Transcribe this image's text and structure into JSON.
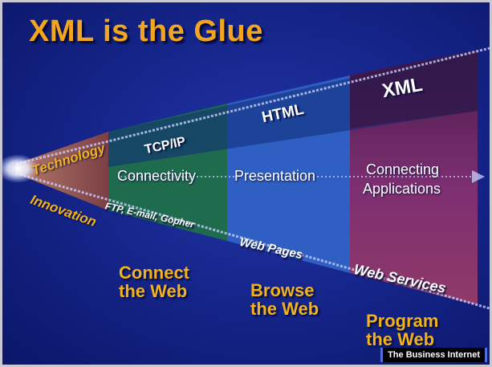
{
  "slide": {
    "title": "XML is the Glue",
    "bands": {
      "band1": "TCP/IP",
      "band2": "HTML",
      "band3": "XML"
    },
    "middle": {
      "m1": "Connectivity",
      "m2": "Presentation",
      "m3_line1": "Connecting",
      "m3_line2": "Applications"
    },
    "lower": {
      "l1": "FTP, E-mail, Gopher",
      "l2": "Web Pages",
      "l3": "Web Services"
    },
    "side_labels": {
      "top": "Technology",
      "bottom": "Innovation"
    },
    "bottom_labels": {
      "b1_line1": "Connect",
      "b1_line2": "the Web",
      "b2_line1": "Browse",
      "b2_line2": "the Web",
      "b3_line1": "Program",
      "b3_line2": "the Web"
    },
    "brand": "The Business Internet",
    "colors": {
      "background": "#16268c",
      "title": "#f2a61f",
      "segment1": "#8a4a4a",
      "segment2": "#1f6b4e",
      "segment3": "#2f5fc2",
      "segment4": "#7a2c6e"
    }
  }
}
